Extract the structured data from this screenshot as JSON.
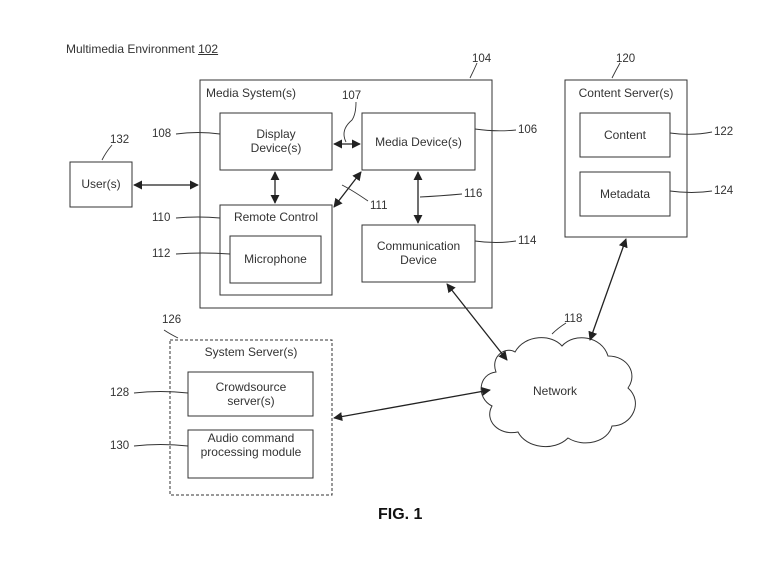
{
  "title": {
    "text": "Multimedia Environment",
    "ref": "102"
  },
  "figure_label": "FIG. 1",
  "nodes": {
    "user": {
      "label": "User(s)",
      "ref": "132"
    },
    "media_system": {
      "label": "Media System(s)",
      "ref": "104"
    },
    "display_device": {
      "label": "Display Device(s)",
      "ref": "108"
    },
    "media_device": {
      "label": "Media Device(s)",
      "ref": "106"
    },
    "remote_control": {
      "label": "Remote Control",
      "ref": "110"
    },
    "microphone": {
      "label": "Microphone",
      "ref": "112"
    },
    "communication_device": {
      "label": "Communication Device",
      "ref": "114"
    },
    "content_server": {
      "label": "Content Server(s)",
      "ref": "120"
    },
    "content": {
      "label": "Content",
      "ref": "122"
    },
    "metadata": {
      "label": "Metadata",
      "ref": "124"
    },
    "network": {
      "label": "Network",
      "ref": "118"
    },
    "system_server": {
      "label": "System Server(s)",
      "ref": "126"
    },
    "crowdsource_server": {
      "label": "Crowdsource server(s)",
      "ref": "128"
    },
    "audio_command_module": {
      "label": "Audio command processing module",
      "ref": "130"
    }
  },
  "connection_refs": {
    "display_to_media": "107",
    "remote_to_media": "111",
    "media_to_comm": "116"
  },
  "colors": {
    "line": "#333333",
    "box_fill": "#ffffff",
    "text": "#222222"
  }
}
